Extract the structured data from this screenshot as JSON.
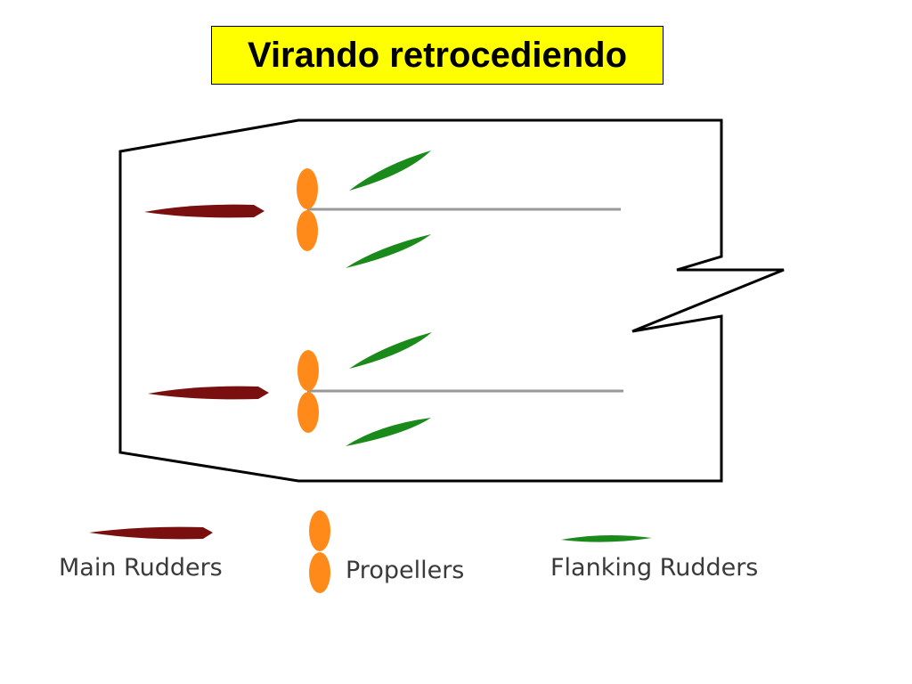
{
  "title": "Virando retrocediendo",
  "colors": {
    "title_background": "#ffff00",
    "main_rudder": "#7a0f0f",
    "propeller": "#ff8a1a",
    "flanking_rudder": "#1a8a1a",
    "hull_outline": "#000000",
    "shaft": "#999999"
  },
  "legend": {
    "main_rudders": "Main Rudders",
    "propellers": "Propellers",
    "flanking_rudders": "Flanking Rudders"
  }
}
